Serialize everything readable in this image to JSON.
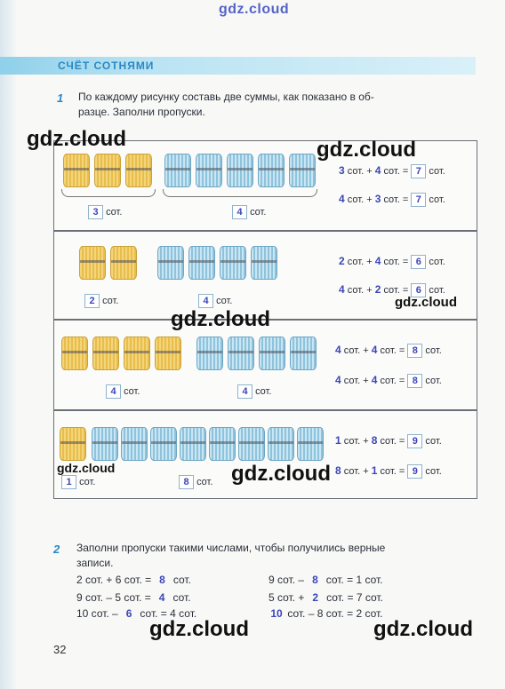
{
  "watermark_top": "gdz.cloud",
  "section_title": "СЧЁТ СОТНЯМИ",
  "task1": {
    "number": "1",
    "text_line1": "По каждому рисунку составь две суммы, как показано в об-",
    "text_line2": "разце. Заполни пропуски.",
    "rows": [
      {
        "left_count": "3",
        "left_label": "сот.",
        "right_count": "4",
        "right_label": "сот.",
        "eq1": {
          "a": "3",
          "op": "+",
          "b": "4",
          "r": "7"
        },
        "eq2": {
          "a": "4",
          "op": "+",
          "b": "3",
          "r": "7"
        }
      },
      {
        "left_count": "2",
        "left_label": "сот.",
        "right_count": "4",
        "right_label": "сот.",
        "eq1": {
          "a": "2",
          "op": "+",
          "b": "4",
          "r": "6"
        },
        "eq2": {
          "a": "4",
          "op": "+",
          "b": "2",
          "r": "6"
        }
      },
      {
        "left_count": "4",
        "left_label": "сот.",
        "right_count": "4",
        "right_label": "сот.",
        "eq1": {
          "a": "4",
          "op": "+",
          "b": "4",
          "r": "8"
        },
        "eq2": {
          "a": "4",
          "op": "+",
          "b": "4",
          "r": "8"
        }
      },
      {
        "left_count": "1",
        "left_label": "сот.",
        "right_count": "8",
        "right_label": "сот.",
        "eq1": {
          "a": "1",
          "op": "+",
          "b": "8",
          "r": "9"
        },
        "eq2": {
          "a": "8",
          "op": "+",
          "b": "1",
          "r": "9"
        }
      }
    ]
  },
  "unit": "сот.",
  "task2": {
    "number": "2",
    "text_line1": "Заполни пропуски такими числами, чтобы получились верные",
    "text_line2": "записи.",
    "left": [
      {
        "pre": "2 сот. + 6 сот. =",
        "ans": "8",
        "post": "сот."
      },
      {
        "pre": "9 сот. – 5 сот. =",
        "ans": "4",
        "post": "сот."
      },
      {
        "pre": "10 сот. –",
        "ans": "6",
        "post": "сот. = 4 сот."
      }
    ],
    "right": [
      {
        "pre": "9 сот. –",
        "ans": "8",
        "post": "сот. = 1 сот."
      },
      {
        "pre": "5 сот. +",
        "ans": "2",
        "post": "сот. = 7 сот."
      },
      {
        "pre": "",
        "ans": "10",
        "post": "сот. – 8 сот. = 2 сот."
      }
    ]
  },
  "page_number": "32",
  "watermarks": {
    "w1": "gdz.cloud",
    "w2": "gdz.cloud",
    "w3": "gdz.cloud",
    "w4": "gdz.cloud",
    "w5": "gdz.cloud",
    "w6": "gdz.cloud",
    "w7": "gdz.cloud",
    "w8": "gdz.cloud"
  }
}
